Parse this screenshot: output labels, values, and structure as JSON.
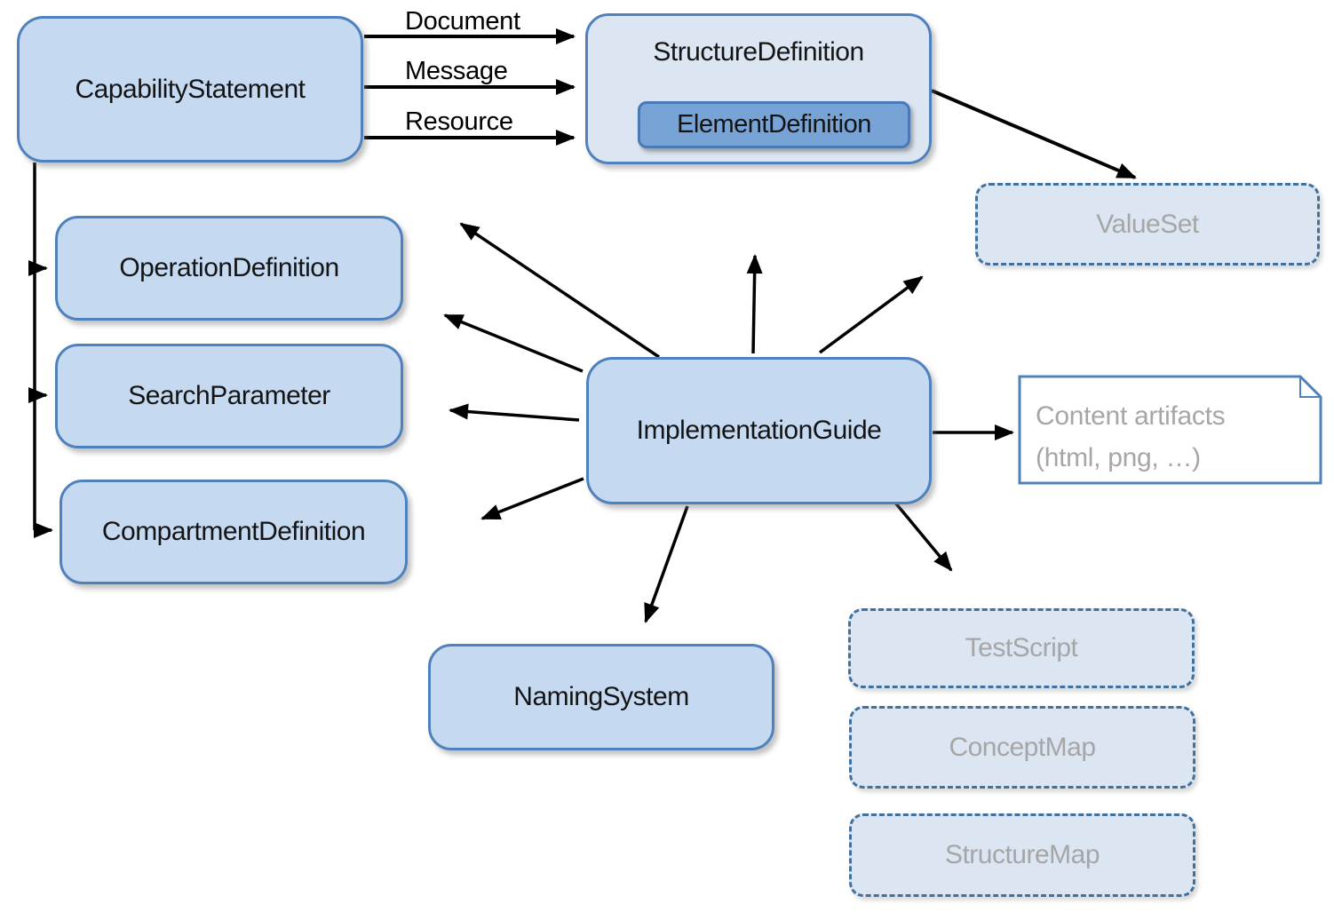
{
  "nodes": {
    "capability_statement": {
      "label": "CapabilityStatement"
    },
    "structure_definition": {
      "label": "StructureDefinition"
    },
    "element_definition": {
      "label": "ElementDefinition"
    },
    "value_set": {
      "label": "ValueSet"
    },
    "operation_definition": {
      "label": "OperationDefinition"
    },
    "search_parameter": {
      "label": "SearchParameter"
    },
    "compartment_definition": {
      "label": "CompartmentDefinition"
    },
    "implementation_guide": {
      "label": "ImplementationGuide"
    },
    "naming_system": {
      "label": "NamingSystem"
    },
    "test_script": {
      "label": "TestScript"
    },
    "concept_map": {
      "label": "ConceptMap"
    },
    "structure_map": {
      "label": "StructureMap"
    },
    "content_artifacts": {
      "label": "Content artifacts",
      "sublabel": "(html, png, …)"
    }
  },
  "edge_labels": {
    "document": "Document",
    "message": "Message",
    "resource": "Resource"
  },
  "edges": [
    {
      "from": "CapabilityStatement",
      "to": "StructureDefinition",
      "label": "Document"
    },
    {
      "from": "CapabilityStatement",
      "to": "StructureDefinition",
      "label": "Message"
    },
    {
      "from": "CapabilityStatement",
      "to": "StructureDefinition",
      "label": "Resource"
    },
    {
      "from": "CapabilityStatement",
      "to": "OperationDefinition"
    },
    {
      "from": "CapabilityStatement",
      "to": "SearchParameter"
    },
    {
      "from": "CapabilityStatement",
      "to": "CompartmentDefinition"
    },
    {
      "from": "StructureDefinition",
      "to": "ValueSet"
    },
    {
      "from": "ImplementationGuide",
      "to": "Content artifacts"
    },
    {
      "from": "ImplementationGuide",
      "to": "NamingSystem"
    },
    {
      "from": "ImplementationGuide",
      "to": "TestScript"
    },
    {
      "from": "ImplementationGuide",
      "direction": "up"
    },
    {
      "from": "ImplementationGuide",
      "direction": "upper-right"
    },
    {
      "from": "ImplementationGuide",
      "direction": "upper-left-long"
    },
    {
      "from": "ImplementationGuide",
      "direction": "upper-left"
    },
    {
      "from": "ImplementationGuide",
      "direction": "left"
    },
    {
      "from": "ImplementationGuide",
      "direction": "lower-left"
    }
  ],
  "colors": {
    "node_fill": "#c5d9f1",
    "light_fill": "#dce6f2",
    "inner_fill": "#77a3d6",
    "border": "#4f81bd",
    "dashed_border": "#41719c",
    "muted_text": "#a6a6a6",
    "arrow": "#000000",
    "note_fill": "#ffffff"
  }
}
